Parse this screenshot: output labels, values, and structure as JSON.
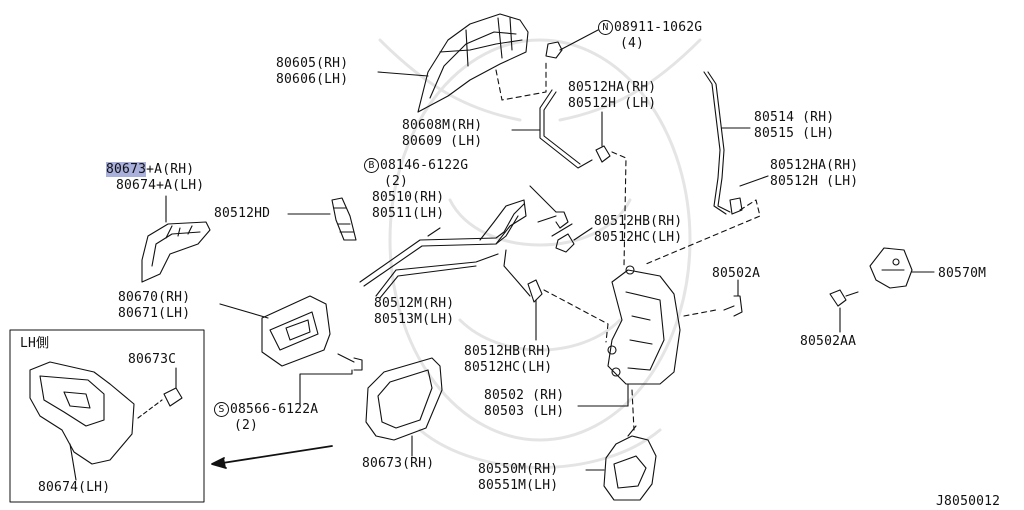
{
  "accent_color": "#aab0dc",
  "inset": {
    "title": "LH側",
    "part_a": "80673C",
    "part_b": "80674(LH)"
  },
  "parts": {
    "handle_outer_rh": "80605(RH)",
    "handle_outer_lh": "80606(LH)",
    "bolt_n_symbol": "N",
    "bolt_n_part": "08911-1062G",
    "bolt_n_qty": "(4)",
    "rod_a_rh": "80512HA(RH)",
    "rod_a_lh": "80512H (LH)",
    "rod_608_rh": "80608M(RH)",
    "rod_609_lh": "80609 (LH)",
    "rod_514_rh": "80514 (RH)",
    "rod_515_lh": "80515 (LH)",
    "rod_a2_rh": "80512HA(RH)",
    "rod_a2_lh": "80512H (LH)",
    "bolt_b_symbol": "B",
    "bolt_b_part": "08146-6122G",
    "bolt_b_qty": "(2)",
    "cover_rh_num": "80673",
    "cover_rh_suffix": "+A(RH)",
    "cover_lh": "80674+A(LH)",
    "clip_hd": "80512HD",
    "rod_510_rh": "80510(RH)",
    "rod_511_lh": "80511(LH)",
    "clip_hb_rh": "80512HB(RH)",
    "clip_hc_lh": "80512HC(LH)",
    "bolt_502a": "80502A",
    "bracket_570m": "80570M",
    "bolt_502aa": "80502AA",
    "handle_inner_rh": "80670(RH)",
    "handle_inner_lh": "80671(LH)",
    "rod_512m_rh": "80512M(RH)",
    "rod_513m_lh": "80513M(LH)",
    "clip_hb2_rh": "80512HB(RH)",
    "clip_hc2_lh": "80512HC(LH)",
    "lock_502_rh": "80502 (RH)",
    "lock_503_lh": "80503 (LH)",
    "screw_s_symbol": "S",
    "screw_s_part": "08566-6122A",
    "screw_s_qty": "(2)",
    "escutcheon_rh": "80673(RH)",
    "actuator_550m_rh": "80550M(RH)",
    "actuator_551m_lh": "80551M(LH)"
  },
  "diagram_code": "J8050012"
}
